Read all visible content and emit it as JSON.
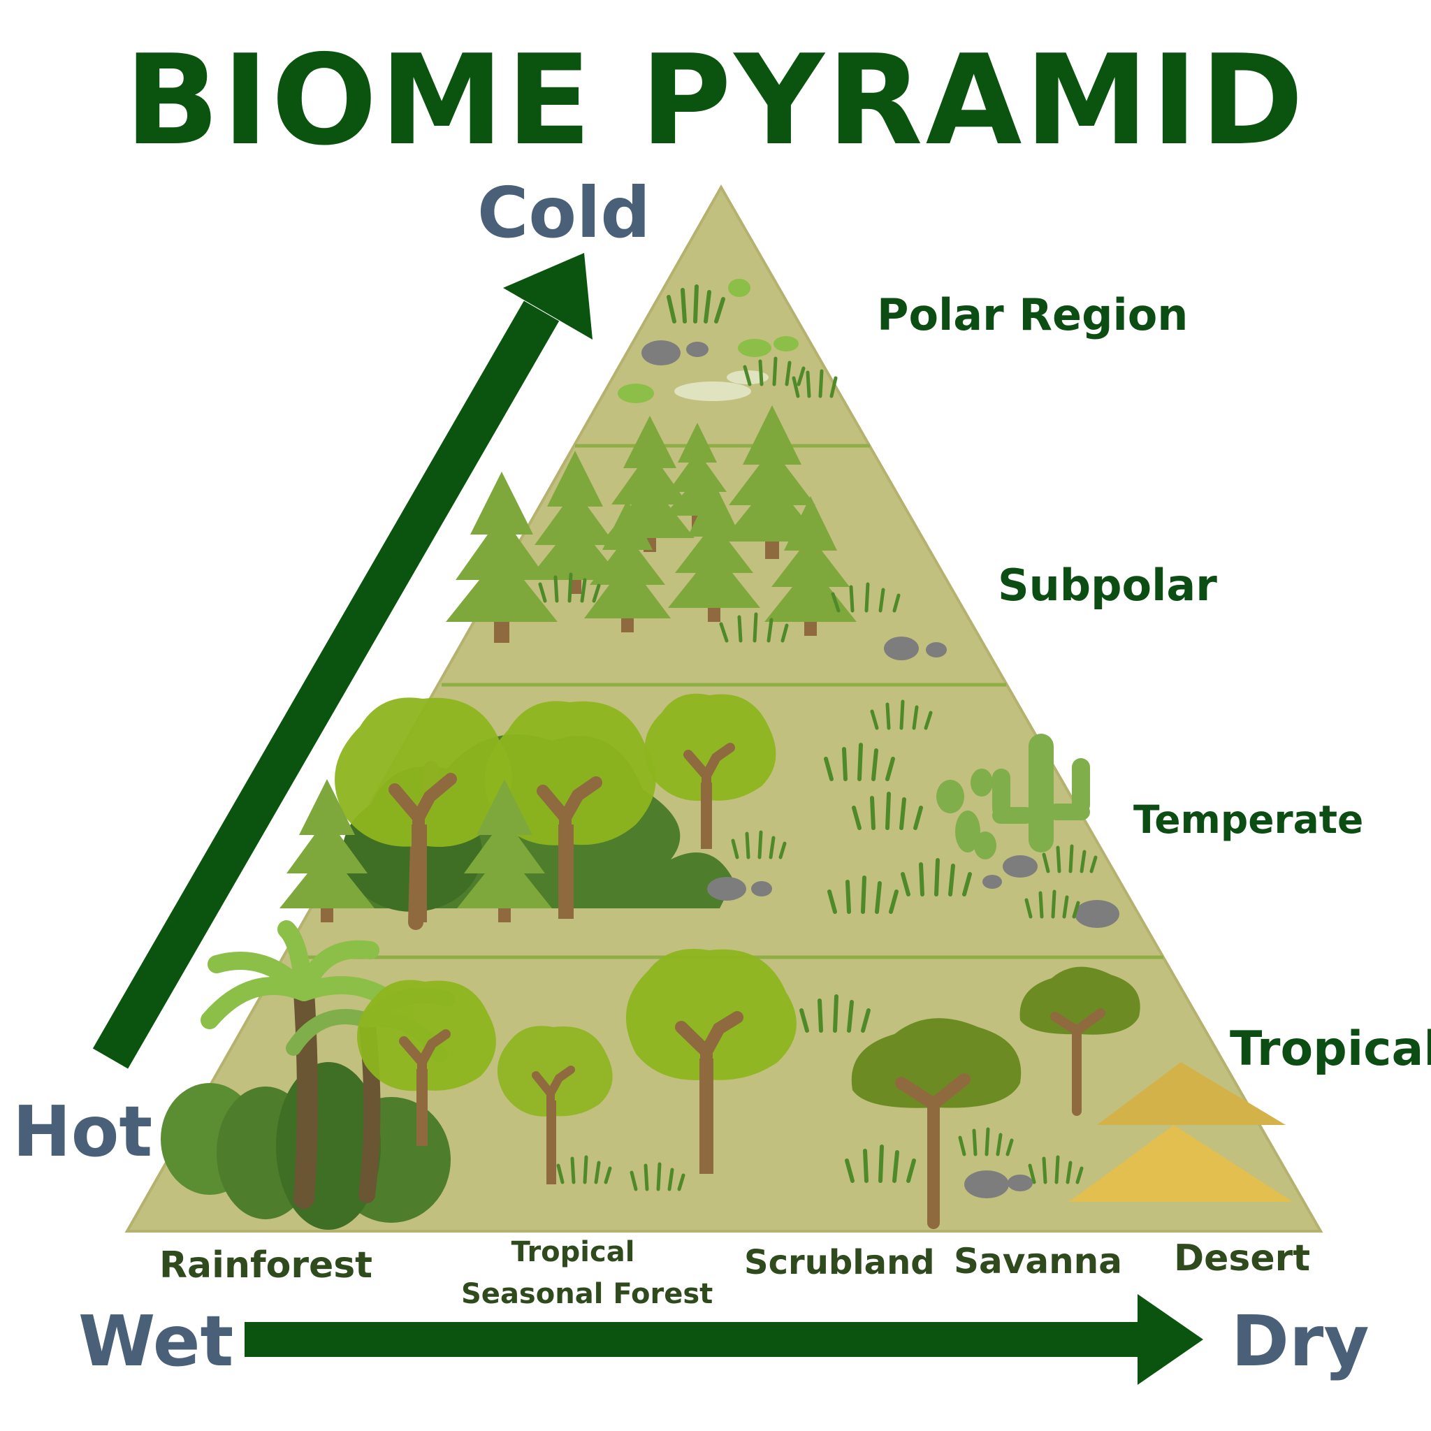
{
  "title": "BIOME PYRAMID",
  "axes": {
    "vertical": {
      "top": "Cold",
      "bottom": "Hot"
    },
    "horizontal": {
      "left": "Wet",
      "right": "Dry"
    }
  },
  "zones": [
    "Polar Region",
    "Subpolar",
    "Temperate",
    "Tropical"
  ],
  "biomes": {
    "rainforest": "Rainforest",
    "tropical_seasonal_line1": "Tropical",
    "tropical_seasonal_line2": "Seasonal Forest",
    "scrubland": "Scrubland",
    "savanna": "Savanna",
    "desert": "Desert"
  },
  "colors": {
    "title": "#0b5410",
    "zone_text": "#0b4d12",
    "biome_text": "#2f4a1c",
    "axis_text": "#4a5f78",
    "arrow": "#0b5410",
    "pyramid_fill": "#c2c07e",
    "divider": "#8fae45",
    "tree_light": "#85b13c",
    "tree_mid": "#6f9a34",
    "trunk": "#8f6a3e",
    "rock": "#7d7d7d",
    "sand": "#e2bf4f"
  }
}
